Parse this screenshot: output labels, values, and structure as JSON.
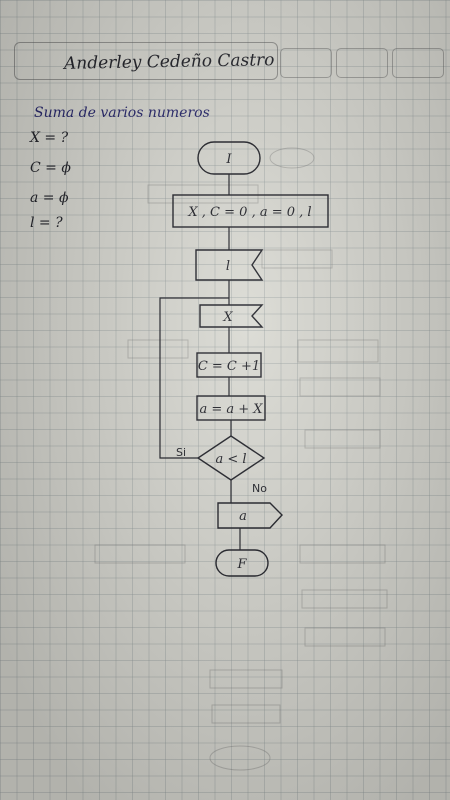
{
  "header": {
    "author": "Anderley Cedeño Castro"
  },
  "notes": {
    "subtitle": "Suma de varios numeros",
    "variables": [
      "X = ?",
      "C = ϕ",
      "a = ϕ",
      "l = ?"
    ]
  },
  "flowchart": {
    "start_label": "I",
    "init_label": "X , C = 0 , a = 0 , l",
    "input_l_label": "l",
    "input_x_label": "X",
    "counter_label": "C = C +1",
    "accumulate_label": "a = a + X",
    "condition_label": "a < l",
    "yes_label": "Si",
    "no_label": "No",
    "output_label": "a",
    "end_label": "F"
  }
}
